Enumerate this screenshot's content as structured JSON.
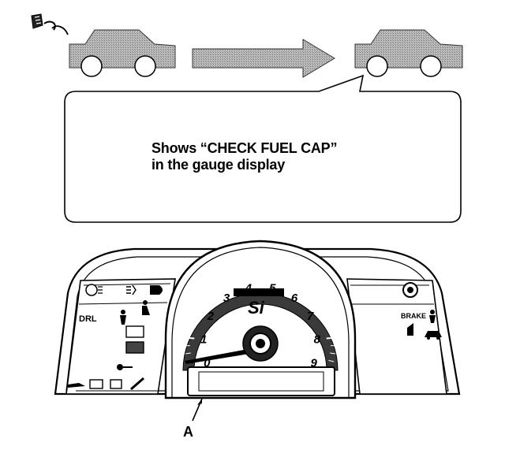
{
  "callout": {
    "line1": "Shows “CHECK FUEL CAP”",
    "line2": "in the gauge display"
  },
  "label_a": "A",
  "gauge": {
    "tach_numbers": [
      "0",
      "1",
      "2",
      "3",
      "4",
      "5",
      "6",
      "7",
      "8",
      "9"
    ],
    "badge": "Si",
    "left_panel_text": "DRL",
    "right_panel_text": "BRAKE"
  },
  "icons": [
    "fuel-cap-icon",
    "car-before-icon",
    "right-arrow-icon",
    "car-after-icon",
    "fog-light-icon",
    "headlight-icon",
    "high-beam-icon",
    "seatbelt-icon",
    "airbag-icon",
    "battery-icon",
    "oil-pressure-icon",
    "check-engine-icon",
    "immobilizer-key-icon",
    "wrench-icon",
    "tire-pressure-icon",
    "door-open-icon",
    "cruise-icon"
  ]
}
